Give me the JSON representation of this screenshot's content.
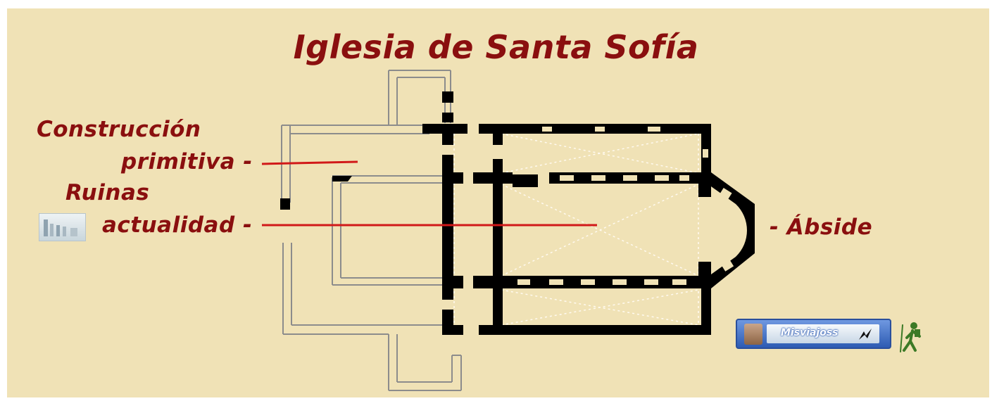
{
  "title": "Iglesia de Santa Sofía",
  "labels": {
    "construccion_line1": "Construcción",
    "construccion_line2": "primitiva -",
    "ruinas_line1": "Ruinas",
    "ruinas_line2": "actualidad -",
    "abside": "- Ábside"
  },
  "badge": {
    "text": "Misviajoss"
  },
  "icons": [
    "ruins-thumbnail-icon",
    "avatar-icon",
    "bird-icon",
    "hiker-icon"
  ],
  "colors": {
    "background": "#f0e2b6",
    "title": "#8a0f0f",
    "pointer_line": "#d11919",
    "walls": "#000000"
  }
}
